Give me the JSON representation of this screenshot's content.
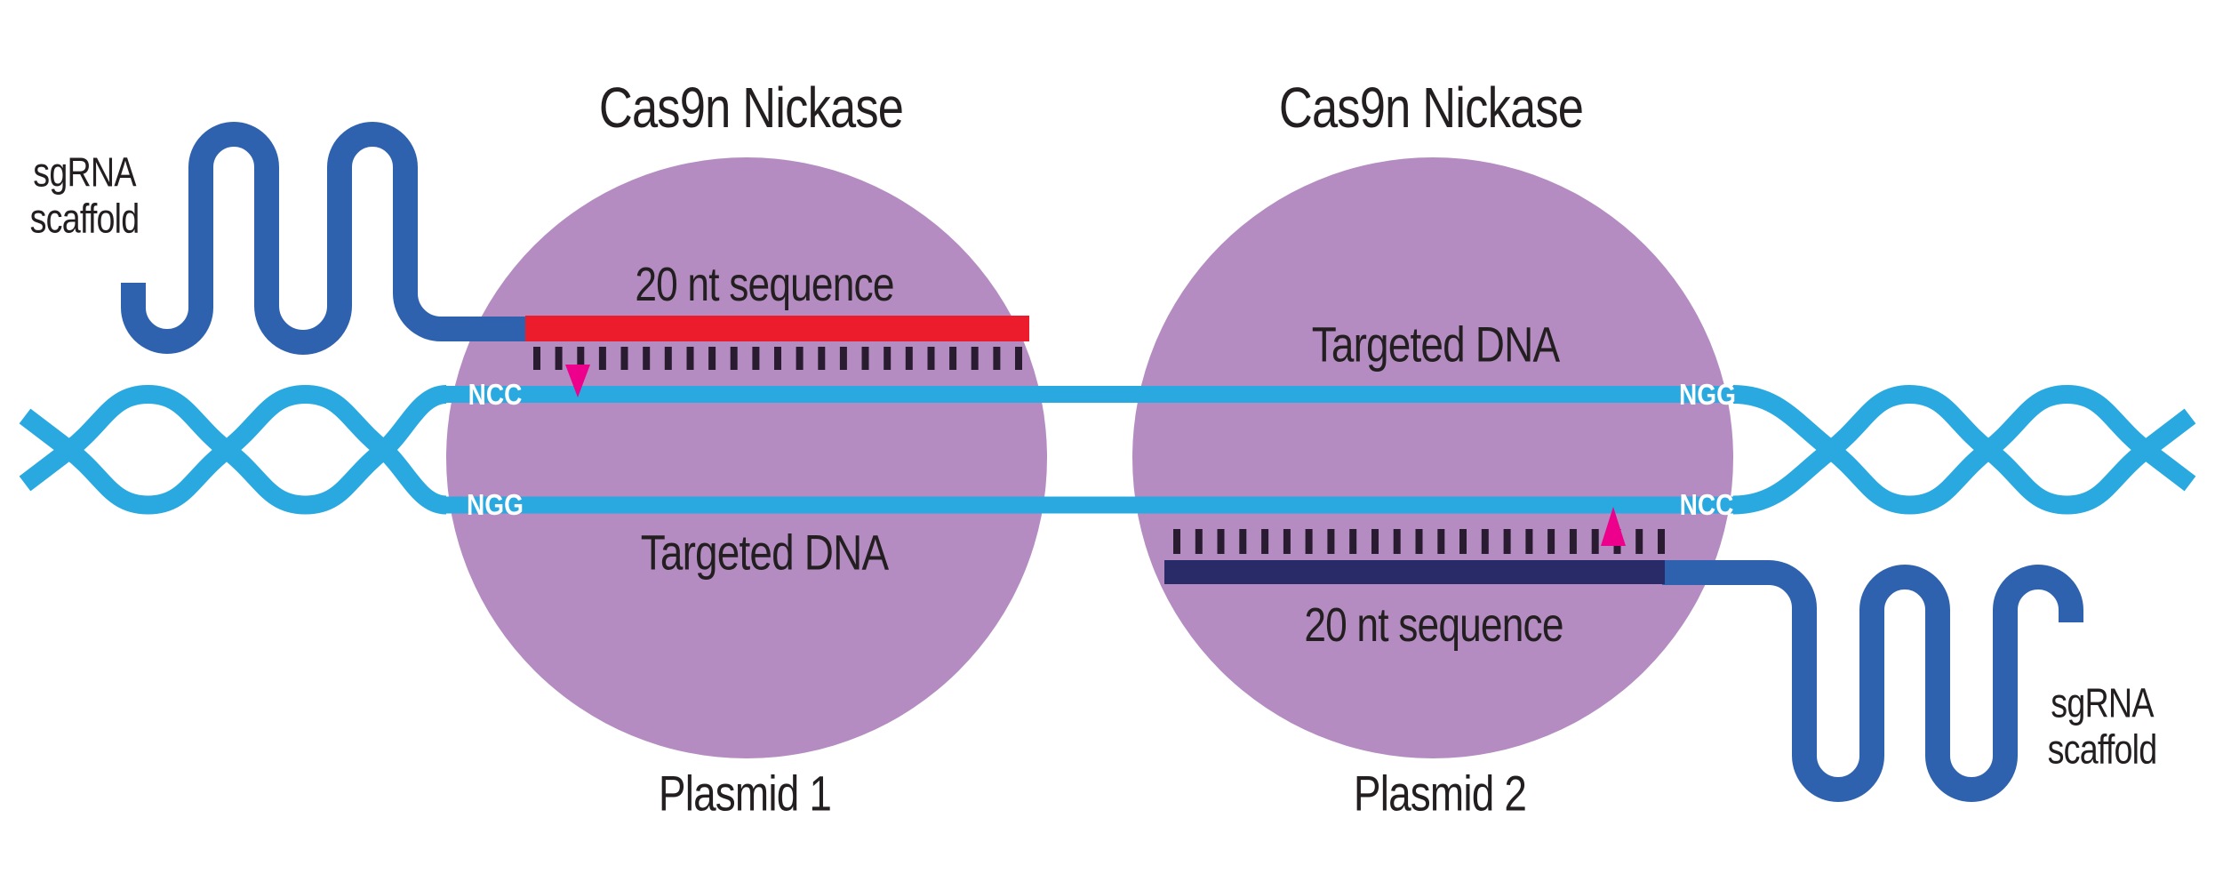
{
  "colors": {
    "background": "#ffffff",
    "cas9_purple": "#b48cc2",
    "dna_blue": "#29a9e0",
    "sgrna_blue": "#2f62ae",
    "guide_red": "#ec1c2c",
    "guide_navy": "#282b68",
    "nick_magenta": "#ec008c",
    "ink": "#231f20",
    "tick": "#2a1c30",
    "pam_text": "#ffffff"
  },
  "left_complex": {
    "title": "Cas9n Nickase",
    "sequence_label": "20 nt sequence",
    "pam_top": "NCC",
    "pam_bottom": "NGG",
    "targeted_dna_label": "Targeted DNA",
    "plasmid_label": "Plasmid 1",
    "base_pair_tick_count": 23
  },
  "right_complex": {
    "title": "Cas9n Nickase",
    "sequence_label": "20 nt sequence",
    "pam_top": "NGG",
    "pam_bottom": "NCC",
    "targeted_dna_label": "Targeted DNA",
    "plasmid_label": "Plasmid 2",
    "base_pair_tick_count": 23
  },
  "sgrna_left": {
    "line1": "sgRNA",
    "line2": "scaffold"
  },
  "sgrna_right": {
    "line1": "sgRNA",
    "line2": "scaffold"
  }
}
